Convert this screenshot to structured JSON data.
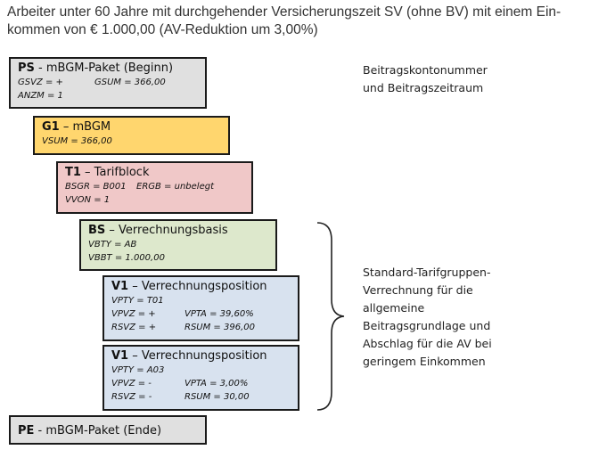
{
  "header": {
    "line1": "Arbeiter unter 60 Jahre mit durchgehender Versicherungszeit SV (ohne BV)  mit einem Ein-",
    "line2": "kommen von € 1.000,00 (AV-Reduktion um 3,00%)"
  },
  "colors": {
    "ps": "#e0e0e0",
    "g1": "#ffd66e",
    "t1": "#f0c8c8",
    "bs": "#dde8cc",
    "v1": "#d8e2ef",
    "pe": "#e0e0e0",
    "border": "#1a1a1a"
  },
  "boxes": {
    "ps": {
      "code": "PS",
      "label": " - mBGM-Paket (Beginn)",
      "gsvz": "GSVZ = +",
      "gsum": "GSUM = 366,00",
      "anzm": "ANZM = 1"
    },
    "g1": {
      "code": "G1",
      "label": " – mBGM",
      "vsum": "VSUM = 366,00"
    },
    "t1": {
      "code": "T1",
      "label": " – Tarifblock",
      "bsgr": "BSGR = B001",
      "ergb": "ERGB = unbelegt",
      "vvon": "VVON = 1"
    },
    "bs": {
      "code": "BS",
      "label": " – Verrechnungsbasis",
      "vbty": "VBTY = AB",
      "vbbt": "VBBT = 1.000,00"
    },
    "v1a": {
      "code": "V1",
      "label": " – Verrechnungsposition",
      "vpty": "VPTY = T01",
      "vpvz": "VPVZ = +",
      "vpta": "VPTA = 39,60%",
      "rsvz": "RSVZ = +",
      "rsum": "RSUM = 396,00"
    },
    "v1b": {
      "code": "V1",
      "label": " – Verrechnungsposition",
      "vpty": "VPTY = A03",
      "vpvz": "VPVZ = -",
      "vpta": "VPTA = 3,00%",
      "rsvz": "RSVZ = -",
      "rsum": "RSUM = 30,00"
    },
    "pe": {
      "code": "PE",
      "label": " - mBGM-Paket (Ende)"
    }
  },
  "notes": {
    "top": [
      "Beitragskontonummer",
      "und Beitragszeitraum"
    ],
    "bottom": [
      "Standard-Tarifgruppen-",
      "Verrechnung für die",
      "allgemeine",
      "Beitragsgrundlage und",
      "Abschlag für die AV bei",
      "geringem Einkommen"
    ]
  }
}
